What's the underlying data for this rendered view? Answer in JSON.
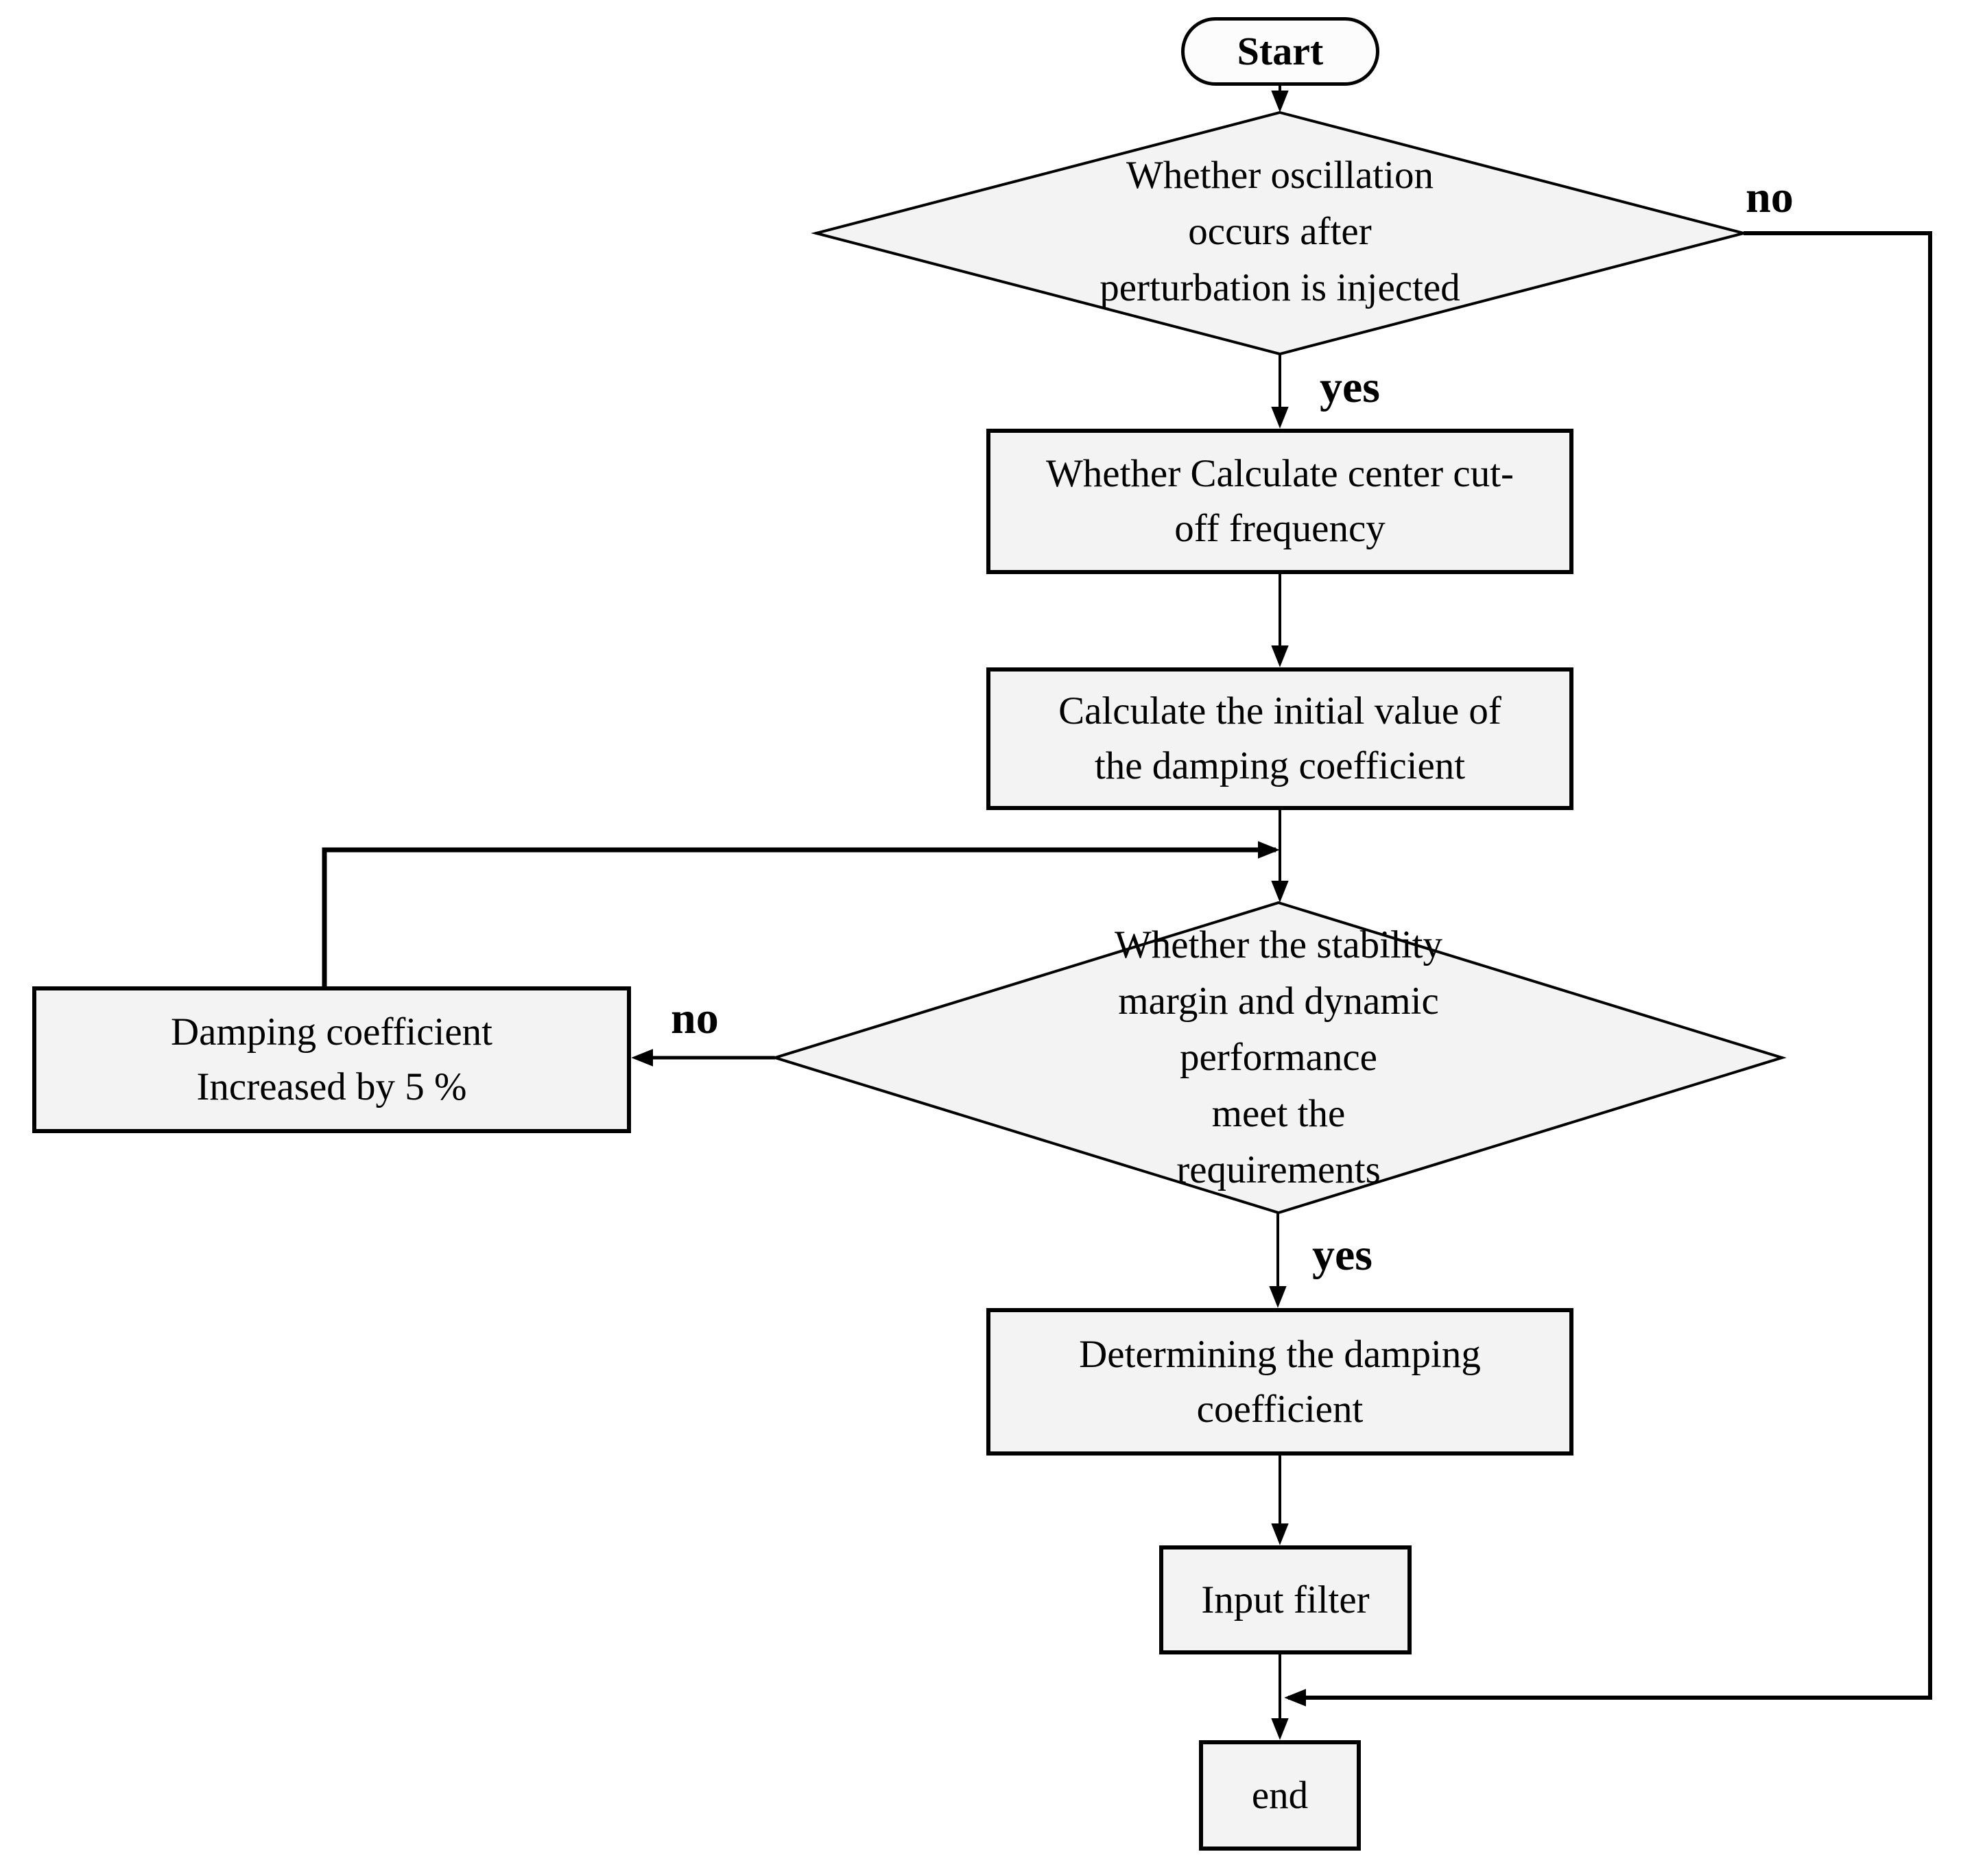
{
  "colors": {
    "node_fill": "#f3f3f3",
    "start_fill": "#fcfcfc",
    "line_color": "#000000",
    "text_color": "#000000",
    "page_bg": "#ffffff"
  },
  "nodes": {
    "start": {
      "label": "Start"
    },
    "decision_oscillation": {
      "lines": [
        "Whether oscillation",
        "occurs after",
        "perturbation is injected"
      ]
    },
    "process_center_cutoff": {
      "lines": [
        "Whether Calculate center cut-",
        "off frequency"
      ]
    },
    "process_initial_damping": {
      "lines": [
        "Calculate the initial value of",
        "the damping coefficient"
      ]
    },
    "decision_stability": {
      "lines": [
        "Whether the stability",
        "margin and dynamic",
        "performance",
        "meet the",
        "requirements"
      ]
    },
    "process_increase_damping": {
      "lines": [
        "Damping coefficient",
        "Increased by 5 %"
      ]
    },
    "process_determine_damping": {
      "lines": [
        "Determining the damping",
        "coefficient"
      ]
    },
    "process_input_filter": {
      "label": "Input filter"
    },
    "end": {
      "label": "end"
    }
  },
  "edges": [
    {
      "from": "start",
      "to": "decision_oscillation",
      "label": ""
    },
    {
      "from": "decision_oscillation",
      "to": "end",
      "label": "no"
    },
    {
      "from": "decision_oscillation",
      "to": "process_center_cutoff",
      "label": "yes"
    },
    {
      "from": "process_center_cutoff",
      "to": "process_initial_damping",
      "label": ""
    },
    {
      "from": "process_initial_damping",
      "to": "decision_stability",
      "label": ""
    },
    {
      "from": "decision_stability",
      "to": "process_increase_damping",
      "label": "no"
    },
    {
      "from": "process_increase_damping",
      "to": "decision_stability",
      "label": ""
    },
    {
      "from": "decision_stability",
      "to": "process_determine_damping",
      "label": "yes"
    },
    {
      "from": "process_determine_damping",
      "to": "process_input_filter",
      "label": ""
    },
    {
      "from": "process_input_filter",
      "to": "end",
      "label": ""
    }
  ]
}
